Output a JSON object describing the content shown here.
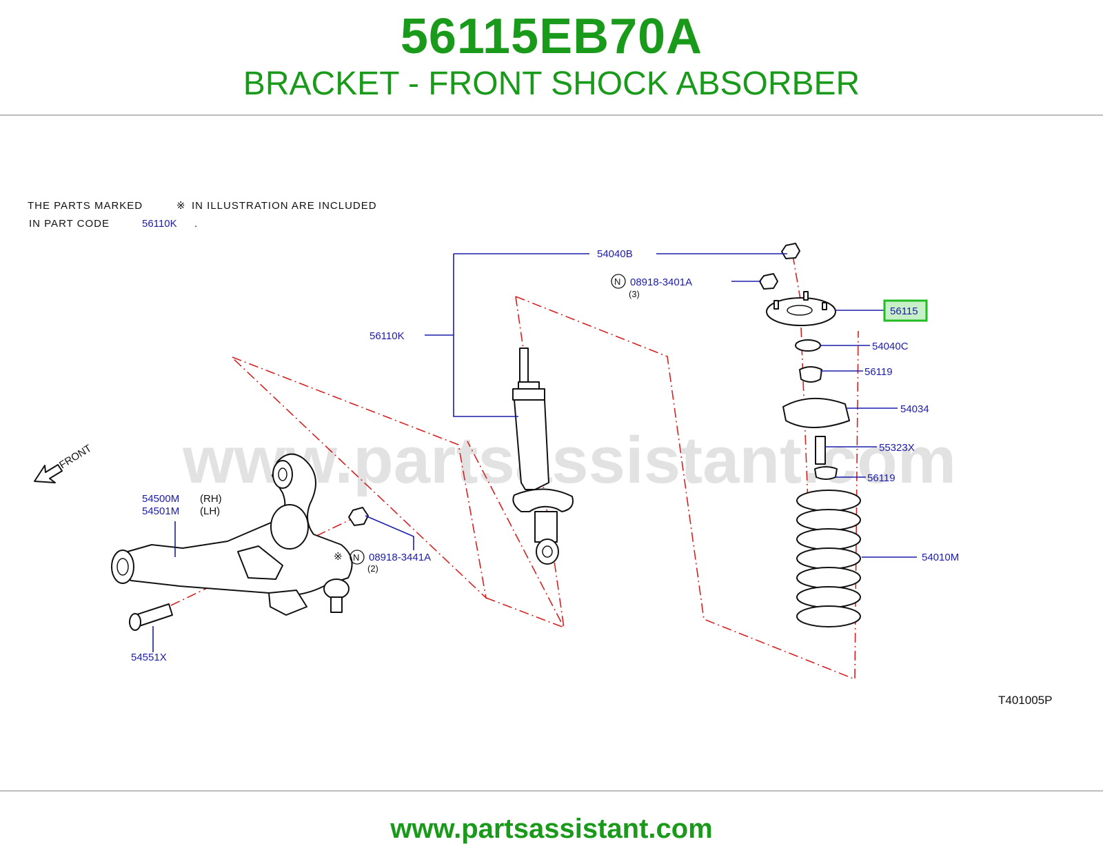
{
  "header": {
    "part_number": "56115EB70A",
    "part_name": "BRACKET - FRONT SHOCK ABSORBER"
  },
  "note": {
    "line1_a": "THE PARTS MARKED",
    "symbol": "※",
    "line1_b": "IN ILLUSTRATION ARE INCLUDED",
    "line2_a": "IN PART CODE",
    "line2_code": "56110K",
    "line2_end": "."
  },
  "labels": {
    "p54040B": "54040B",
    "p08918_3401A": "08918-3401A",
    "p08918_3401A_qty": "(3)",
    "p56110K": "56110K",
    "p56115": "56115",
    "p54040C": "54040C",
    "p56119_top": "56119",
    "p54034": "54034",
    "p55323X": "55323X",
    "p56119_bottom": "56119",
    "p54010M": "54010M",
    "p54500M": "54500M",
    "p54500M_side": "(RH)",
    "p54501M": "54501M",
    "p54501M_side": "(LH)",
    "p08918_3441A": "08918-3441A",
    "p08918_3441A_qty": "(2)",
    "p54551X": "54551X",
    "n_mark": "N",
    "ref_mark": "※",
    "front": "FRONT",
    "diagram_code": "T401005P"
  },
  "watermark": "www.partsassistant.com",
  "footer": {
    "url": "www.partsassistant.com"
  },
  "colors": {
    "brand_green": "#1a9a1a",
    "label_blue": "#1b1baa",
    "dash_red": "#d42020",
    "highlight_border": "#22bb22",
    "highlight_fill": "#c8f0c8"
  }
}
